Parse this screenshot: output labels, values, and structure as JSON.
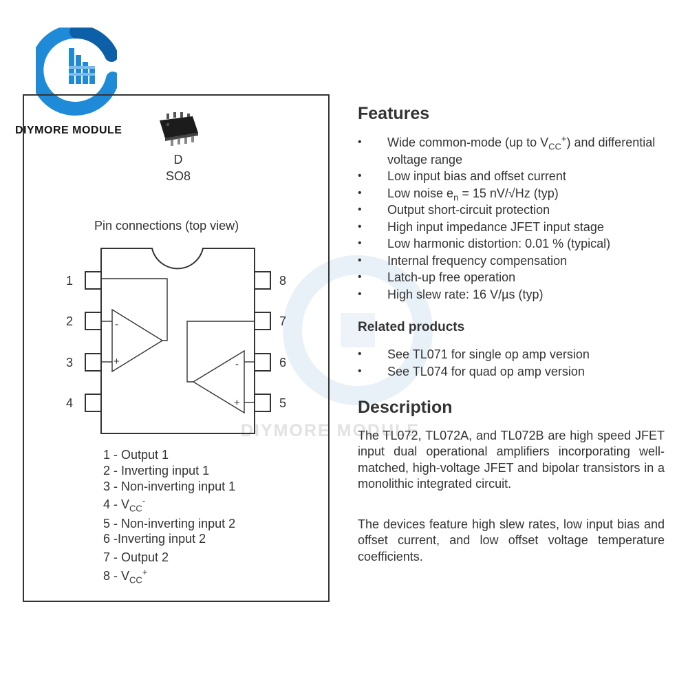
{
  "brand": "DIYMORE MODULE",
  "watermark": "DIYMORE MODULE",
  "package": {
    "letter": "D",
    "name": "SO8"
  },
  "pin_connections_title": "Pin connections (top view)",
  "pin_numbers": [
    "1",
    "2",
    "3",
    "4",
    "5",
    "6",
    "7",
    "8"
  ],
  "opamp_signs": {
    "minus": "-",
    "plus": "+"
  },
  "pins": [
    {
      "num": "1",
      "sep": " - ",
      "name": "Output 1"
    },
    {
      "num": "2",
      "sep": " - ",
      "name": "Inverting input 1"
    },
    {
      "num": "3",
      "sep": " - ",
      "name": "Non-inverting input 1"
    },
    {
      "num": "4",
      "sep": " - ",
      "base": "V",
      "sub": "CC",
      "sup": "-"
    },
    {
      "num": "5",
      "sep": " - ",
      "name": "Non-inverting input 2"
    },
    {
      "num": "6",
      "sep": " -",
      "name": "Inverting input 2"
    },
    {
      "num": "7",
      "sep": " - ",
      "name": "Output 2"
    },
    {
      "num": "8",
      "sep": " - ",
      "base": "V",
      "sub": "CC",
      "sup": "+"
    }
  ],
  "features": {
    "title": "Features",
    "first_item": {
      "pre": "Wide common-mode (up to V",
      "sub": "CC",
      "sup": "+",
      "post": ") and differential voltage range"
    },
    "item_bias": "Low input bias and offset current",
    "noise_item": {
      "pre": "Low noise e",
      "sub": "n",
      "post": " = 15 nV/√Hz (typ)"
    },
    "items": [
      "Output short-circuit protection",
      "High input impedance JFET input stage",
      "Low harmonic distortion: 0.01 % (typical)",
      "Internal frequency compensation",
      "Latch-up free operation",
      "High slew rate: 16 V/µs (typ)"
    ]
  },
  "related": {
    "title": "Related products",
    "items": [
      "See TL071 for single op amp version",
      "See TL074 for quad op amp version"
    ]
  },
  "description": {
    "title": "Description",
    "p1": "The TL072, TL072A, and TL072B are high speed JFET input dual operational amplifiers incorporating well-matched, high-voltage JFET and bipolar transistors in a monolithic integrated circuit.",
    "p2": "The devices feature high slew rates, low input bias and offset current, and low offset voltage temperature coefficients."
  },
  "colors": {
    "logo_blue": "#1e8ad8",
    "logo_dark": "#0d5fa8",
    "line": "#333333"
  }
}
